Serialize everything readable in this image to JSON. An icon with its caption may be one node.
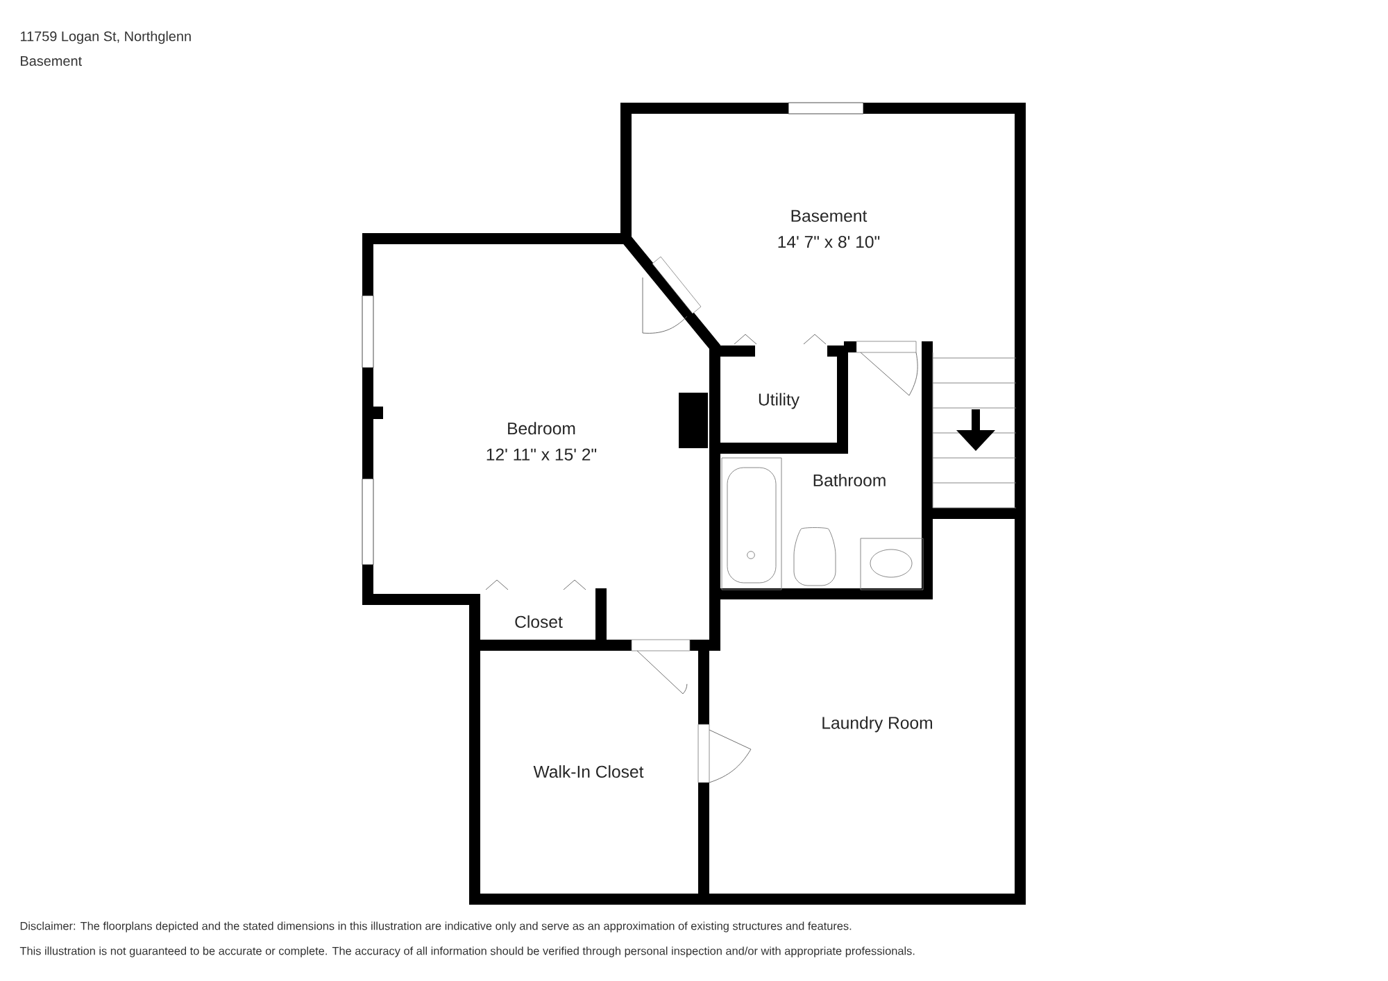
{
  "diagram": {
    "nodes": [
      {
        "text": [
          "Basement",
          "14' 7\" x 8' 10\""
        ]
      },
      {
        "text": [
          "Bedroom",
          "12' 11\" x 15' 2\""
        ]
      },
      {
        "text": [
          "Utility"
        ]
      },
      {
        "text": [
          "Bathroom"
        ]
      },
      {
        "text": [
          "Closet"
        ]
      },
      {
        "text": [
          "Walk-In Closet"
        ]
      },
      {
        "text": [
          "Laundry Room"
        ]
      }
    ],
    "labels": [
      "11759 Logan St, Northglenn",
      "Basement",
      "Disclaimer: The floorplans depicted and the stated dimensions in this illustration are indicative only and serve as an approximation of existing structures and features.",
      "This illustration is not guaranteed to be accurate or complete. The accuracy of all information should be verified through personal inspection and/or with appropriate professionals."
    ]
  }
}
